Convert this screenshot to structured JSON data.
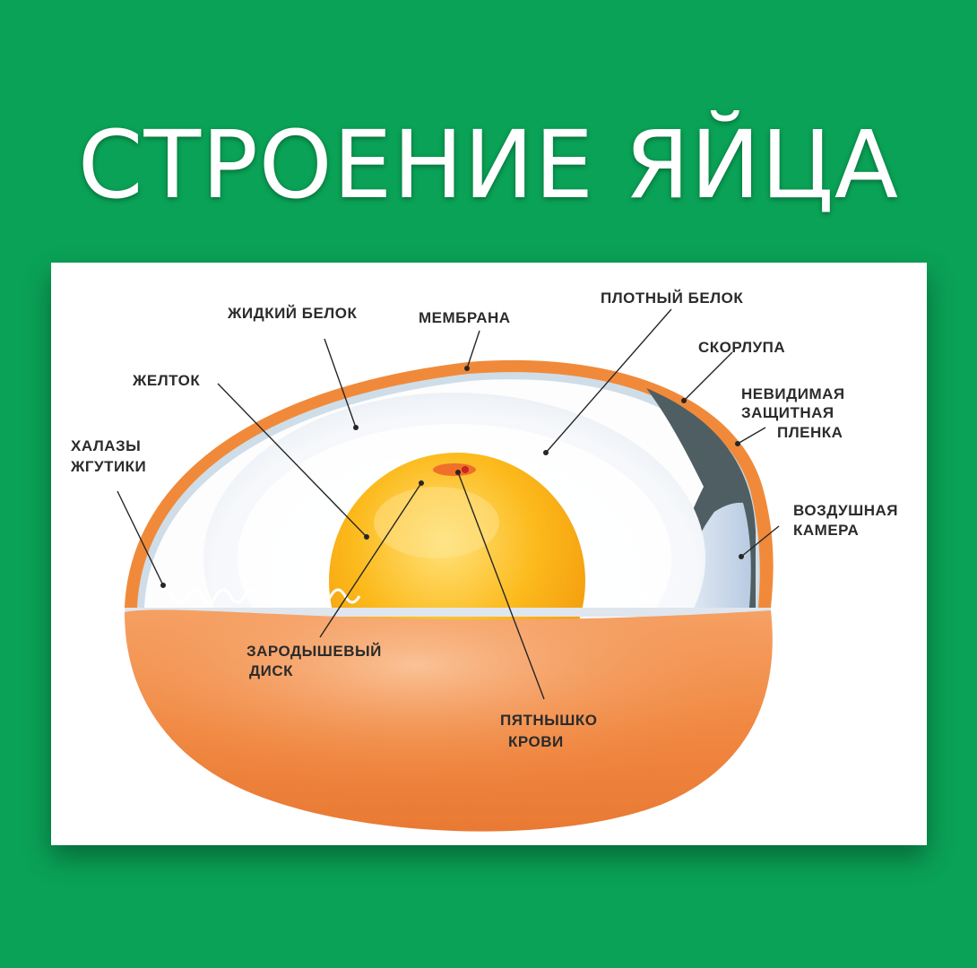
{
  "title": "СТРОЕНИЕ ЯЙЦА",
  "labels": {
    "liquid_white": "ЖИДКИЙ БЕЛОК",
    "membrane": "МЕМБРАНА",
    "thick_white": "ПЛОТНЫЙ БЕЛОК",
    "shell": "СКОРЛУПА",
    "yolk": "ЖЕЛТОК",
    "invisible_film_1": "НЕВИДИМАЯ",
    "invisible_film_2": "ЗАЩИТНАЯ",
    "invisible_film_3": "ПЛЕНКА",
    "chalazae_1": "ХАЛАЗЫ",
    "chalazae_2": "ЖГУТИКИ",
    "air_cell_1": "ВОЗДУШНАЯ",
    "air_cell_2": "КАМЕРА",
    "germinal_disc_1": "ЗАРОДЫШЕВЫЙ",
    "germinal_disc_2": "ДИСК",
    "blood_spot_1": "ПЯТНЫШКО",
    "blood_spot_2": "КРОВИ"
  },
  "colors": {
    "background": "#0aa256",
    "shell": "#f08a3a",
    "yolk": "#fbb315",
    "white": "#ffffff",
    "air_cell": "#c9d8ea",
    "film": "#4f5f63"
  }
}
